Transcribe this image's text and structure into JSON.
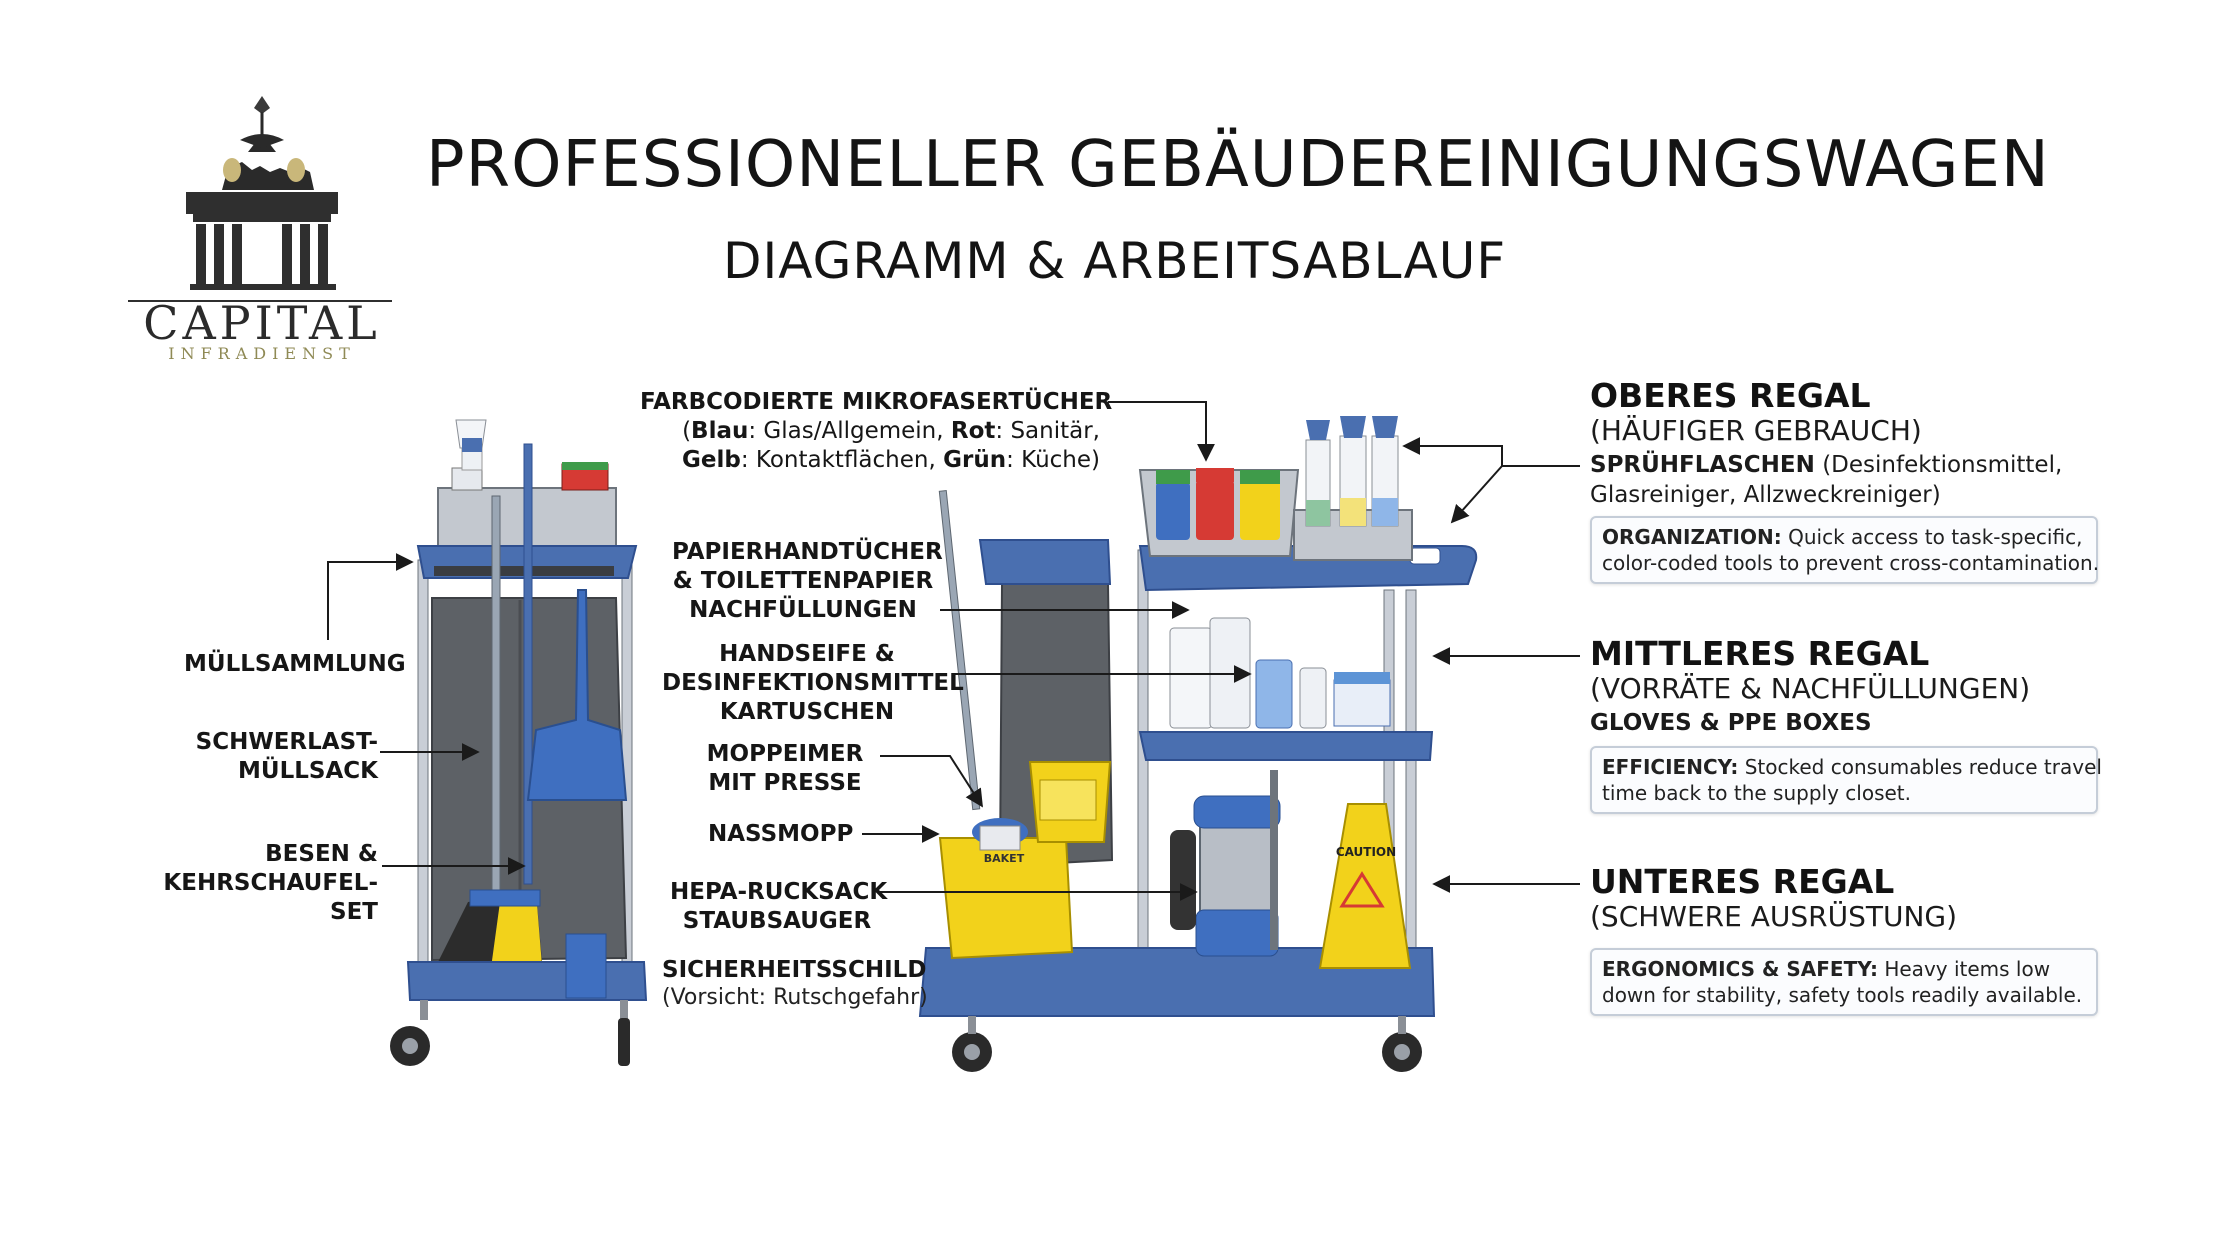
{
  "header": {
    "title": "PROFESSIONELLER GEBÄUDEREINIGUNGSWAGEN",
    "subtitle": "DIAGRAMM & ARBEITSABLAUF"
  },
  "logo": {
    "word": "CAPITAL",
    "sub": "INFRADIENST"
  },
  "left_cart_labels": {
    "muell": "MÜLLSAMMLUNG",
    "sack_1": "SCHWERLAST-",
    "sack_2": "MÜLLSACK",
    "besen_1": "BESEN &",
    "besen_2": "KEHRSCHAUFEL-",
    "besen_3": "SET"
  },
  "center_labels": {
    "farb_title": "FARBCODIERTE MIKROFASERTÜCHER",
    "farb_open": "(",
    "farb_blau": "Blau",
    "farb_blau_t": ": Glas/Allgemein, ",
    "farb_rot": "Rot",
    "farb_rot_t": ": Sanitär,",
    "farb_gelb": "Gelb",
    "farb_gelb_t": ": Kontaktflächen, ",
    "farb_gruen": "Grün",
    "farb_gruen_t": ": Küche)",
    "papier_1": "PAPIERHANDTÜCHER",
    "papier_2": "& TOILETTENPAPIER",
    "papier_3": "NACHFÜLLUNGEN",
    "seife_1": "HANDSEIFE &",
    "seife_2": "DESINFEKTIONSMITTEL",
    "seife_3": "KARTUSCHEN",
    "moppeimer_1": "MOPPEIMER",
    "moppeimer_2": "MIT PRESSE",
    "nassmopp": "NASSMOPP",
    "hepa_1": "HEPA-RUCKSACK",
    "hepa_2": "STAUBSAUGER",
    "schild_1": "SICHERHEITSSCHILD",
    "schild_2": "(Vorsicht: Rutschgefahr)"
  },
  "cart_text": {
    "caution_sign": "CAUTION",
    "bucket_text": "BAKET"
  },
  "sections": {
    "top": {
      "head": "OBERES REGAL",
      "sub": "(HÄUFIGER GEBRAUCH)",
      "line1_bold": "SPRÜHFLASCHEN",
      "line1_rest": " (Desinfektionsmittel,",
      "line2": "Glasreiniger, Allzweckreiniger)",
      "box_bold": "ORGANIZATION:",
      "box_rest1": " Quick access to task-specific,",
      "box_line2": "color-coded tools to prevent cross-contamination."
    },
    "middle": {
      "head": "MITTLERES REGAL",
      "sub": "(VORRÄTE & NACHFÜLLUNGEN)",
      "line1": "GLOVES & PPE BOXES",
      "box_bold": "EFFICIENCY:",
      "box_rest1": " Stocked consumables reduce travel",
      "box_line2": "time back to the supply closet."
    },
    "bottom": {
      "head": "UNTERES REGAL",
      "sub": "(SCHWERE AUSRÜSTUNG)",
      "box_bold": "ERGONOMICS & SAFETY:",
      "box_rest1": " Heavy items low",
      "box_line2": "down for stability, safety tools readily available."
    }
  },
  "colors": {
    "cart_blue": "#4a6fb0",
    "cart_dark": "#2f4f8f",
    "bag_gray": "#5d6166",
    "yellow": "#f2d21b",
    "red": "#d63a34",
    "green": "#3f9b4a",
    "box_border": "#c5cdd8"
  },
  "icons": {
    "logo": "brandenburg-gate-icon",
    "arrows": "arrow-pointer-icon"
  }
}
